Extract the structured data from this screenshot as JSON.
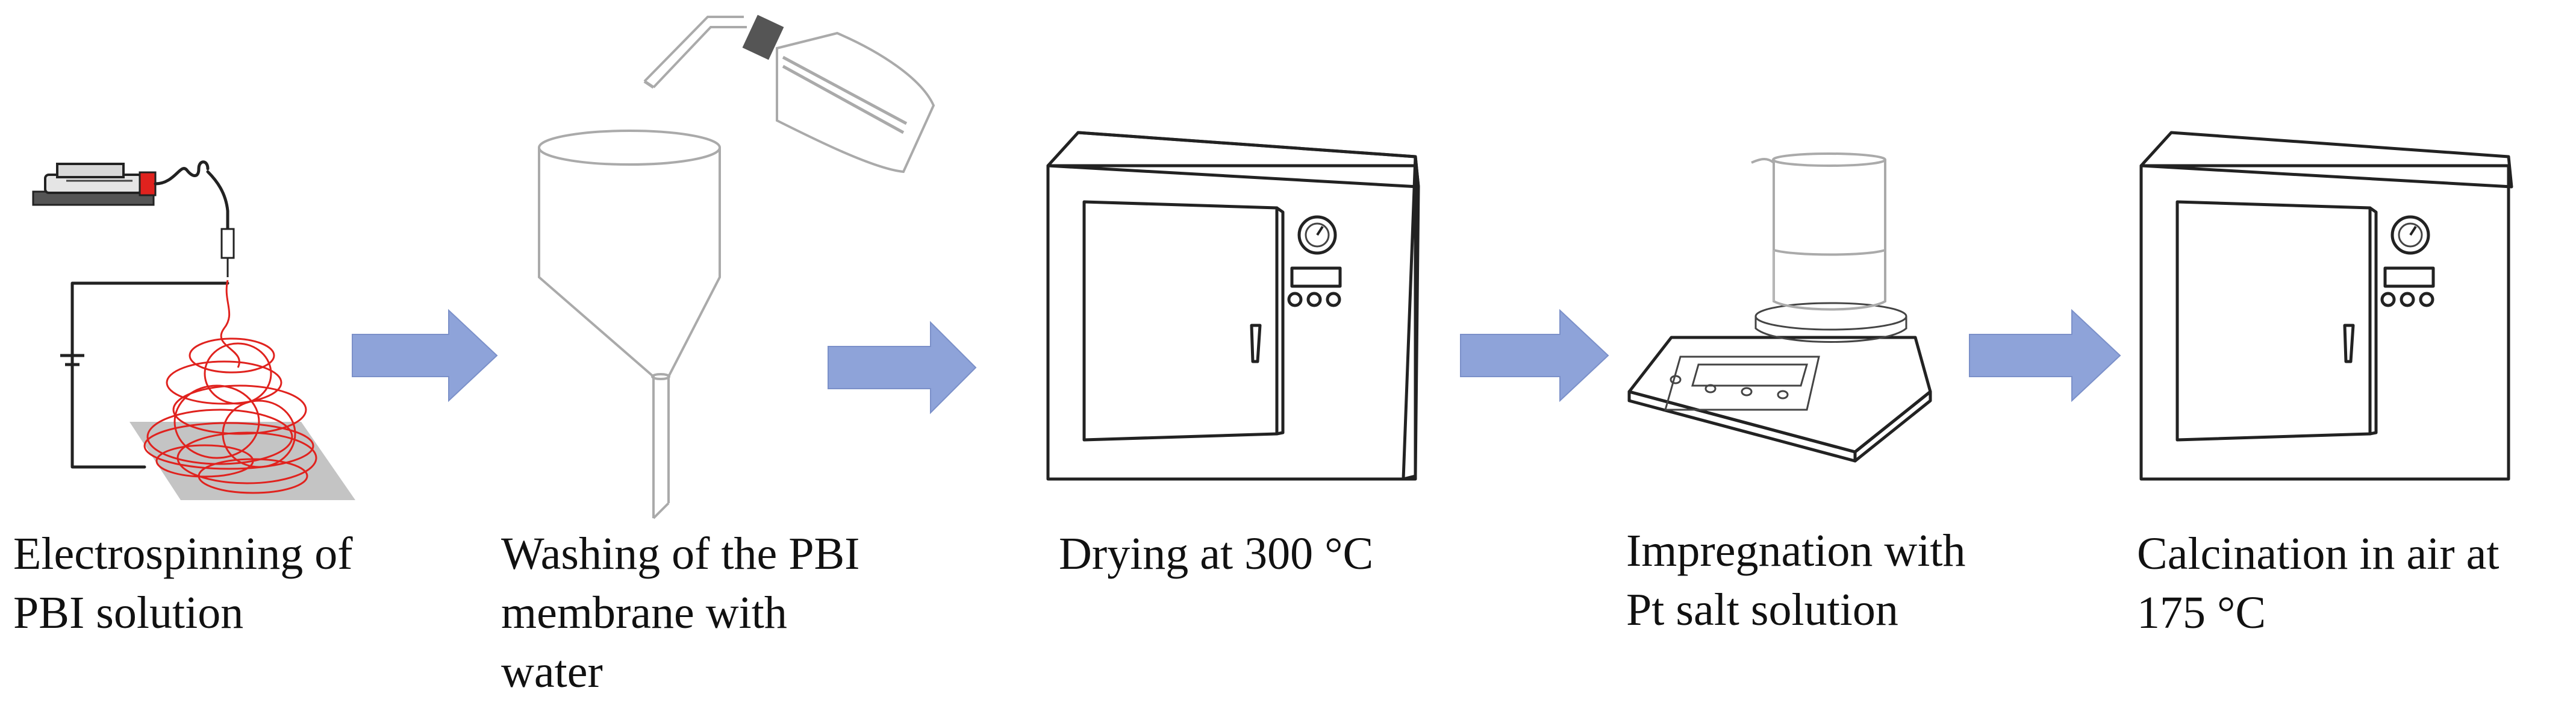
{
  "steps": [
    {
      "id": "electrospinning",
      "lines": [
        "Electrospinning of",
        "PBI solution"
      ]
    },
    {
      "id": "washing",
      "lines": [
        "Washing of the PBI",
        "membrane with",
        "water"
      ]
    },
    {
      "id": "drying",
      "lines": [
        "Drying at 300 °C"
      ]
    },
    {
      "id": "impregnation",
      "lines": [
        "Impregnation with",
        "Pt salt solution"
      ]
    },
    {
      "id": "calcination",
      "lines": [
        "Calcination in air at",
        "175 °C"
      ]
    }
  ],
  "colors": {
    "arrow": "#8ea3d9",
    "fiber": "#e0221e",
    "collector": "#c4c4c4",
    "outline": "#222222",
    "glassware": "#aaaaaa"
  }
}
